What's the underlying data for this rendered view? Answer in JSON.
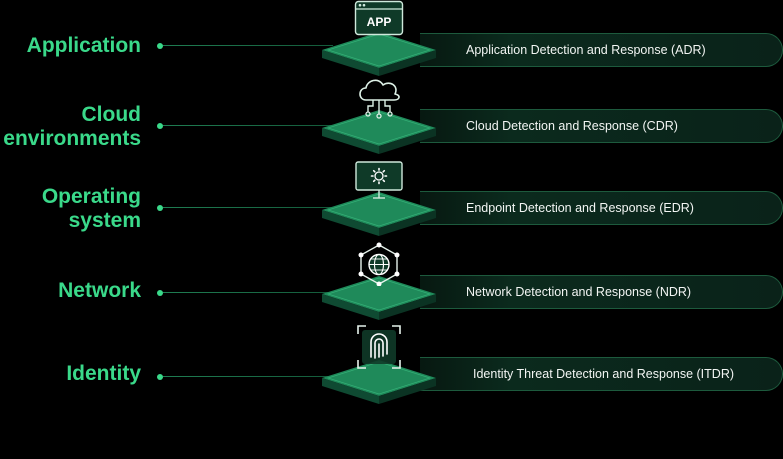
{
  "layers": [
    {
      "label": "Application",
      "solution": "Application Detection and Response (ADR)",
      "icon": "app-window-icon"
    },
    {
      "label": "Cloud\nenvironments",
      "solution": "Cloud Detection and Response (CDR)",
      "icon": "cloud-network-icon"
    },
    {
      "label": "Operating\nsystem",
      "solution": "Endpoint Detection and Response (EDR)",
      "icon": "monitor-gear-icon"
    },
    {
      "label": "Network",
      "solution": "Network Detection and Response (NDR)",
      "icon": "network-globe-icon"
    },
    {
      "label": "Identity",
      "solution": "Identity Threat Detection and Response (ITDR)",
      "icon": "fingerprint-icon"
    }
  ],
  "app_icon_text": "APP",
  "colors": {
    "accent": "#3ad98a",
    "platform_top": "#1f8a5a",
    "platform_dark": "#0d3a27",
    "pill_bg": "#0a2219"
  }
}
